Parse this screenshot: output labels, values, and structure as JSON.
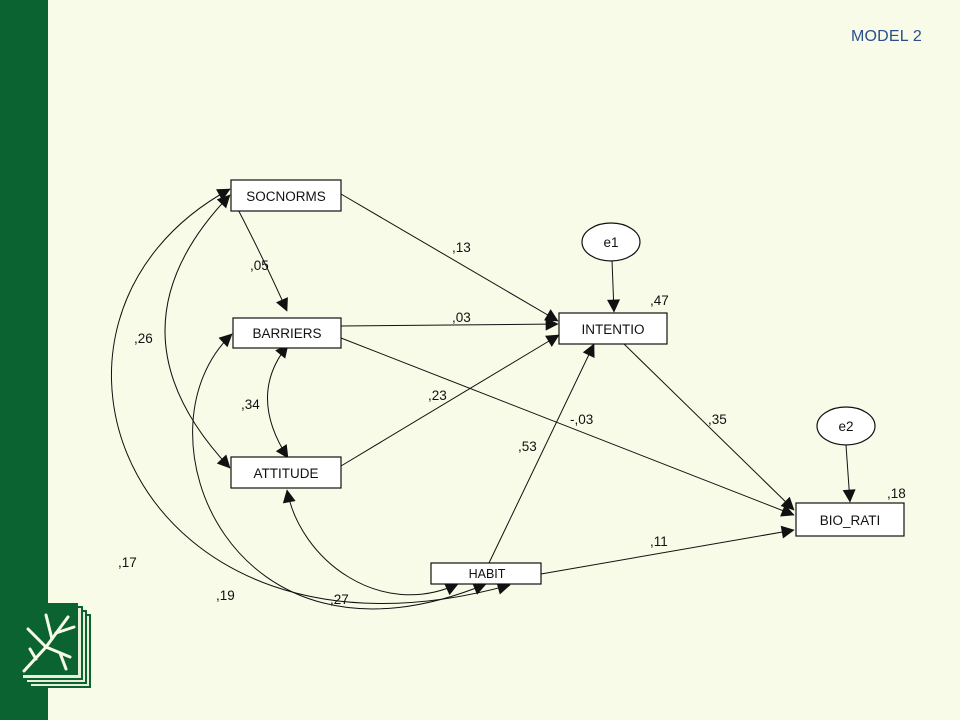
{
  "title": "MODEL 2",
  "nodes": {
    "socnorms": "SOCNORMS",
    "barriers": "BARRIERS",
    "attitude": "ATTITUDE",
    "habit": "HABIT",
    "intentio": "INTENTIO",
    "bio_rati": "BIO_RATI",
    "e1": "e1",
    "e2": "e2"
  },
  "paths": {
    "socnorms_intentio": ",13",
    "barriers_intentio": ",03",
    "attitude_intentio": ",23",
    "barriers_bio_rati": "-,03",
    "habit_intentio": ",53",
    "intentio_bio_rati": ",35",
    "habit_bio_rati": ",11"
  },
  "correlations": {
    "socnorms_barriers": ",05",
    "socnorms_attitude": ",26",
    "barriers_attitude": ",34",
    "socnorms_habit": ",17",
    "barriers_habit": ",19",
    "attitude_habit": ",27"
  },
  "r_squared": {
    "intentio": ",47",
    "bio_rati": ",18"
  },
  "colors": {
    "sidebar": "#0b6332",
    "background": "#f8fbe8",
    "title": "#2a4f8c",
    "logo": "tree-book-icon"
  }
}
